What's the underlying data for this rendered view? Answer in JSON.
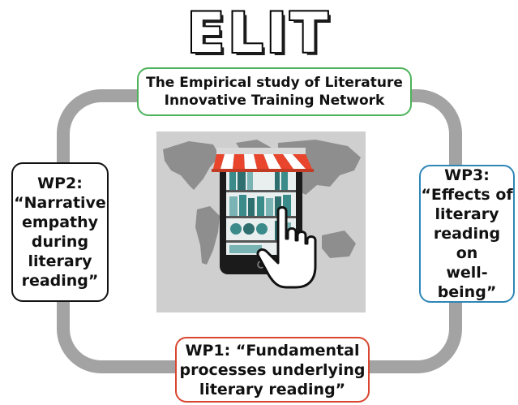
{
  "logo": {
    "text": "ELIT"
  },
  "network_box": {
    "lines": [
      "The Empirical study of Literature",
      "Innovative Training Network"
    ],
    "border_color": "#4db35a"
  },
  "wp2_box": {
    "lines": [
      "WP2:",
      "“Narrative",
      "empathy",
      "during",
      "literary",
      "reading”"
    ],
    "border_color": "#111111"
  },
  "wp3_box": {
    "lines": [
      "WP3:",
      "“Effects of",
      "literary",
      "reading on",
      "well-",
      "being”"
    ],
    "border_color": "#2f86b8"
  },
  "wp1_box": {
    "lines": [
      "WP1: “Fundamental",
      "processes underlying",
      "literary reading”"
    ],
    "border_color": "#d9462f"
  },
  "center_image": {
    "icons": [
      "world-map-icon",
      "tablet-bookshelf-icon",
      "awning-icon",
      "pointing-hand-icon"
    ],
    "colors": {
      "map_background": "#cfcfcf",
      "land": "#8e8e8e",
      "awning_red": "#e8452c",
      "books_teal": "#3b8b8b"
    }
  },
  "loop": {
    "color": "#a3a3a3"
  }
}
